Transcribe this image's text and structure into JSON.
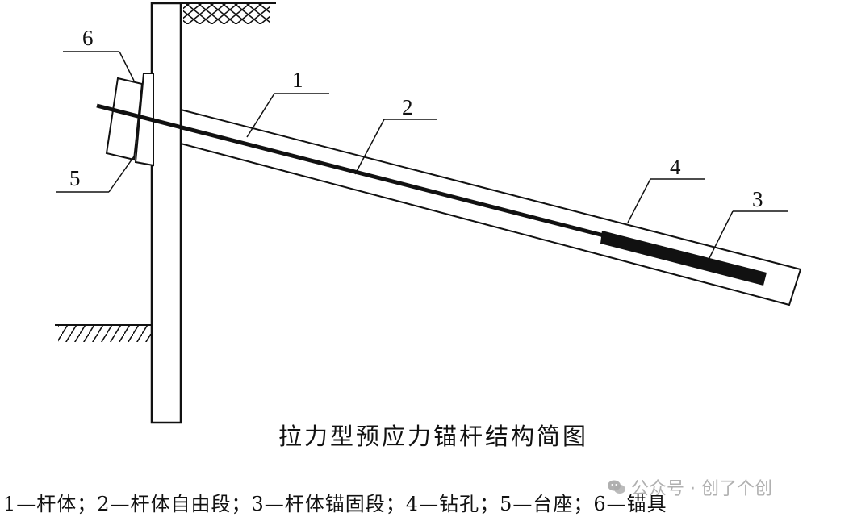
{
  "title": "拉力型预应力锚杆结构简图",
  "legend": "1—杆体；2—杆体自由段；3—杆体锚固段；4—钻孔；5—台座；6—锚具",
  "watermark": "公众号 · 创了个创",
  "labels": {
    "l1": "1",
    "l2": "2",
    "l3": "3",
    "l4": "4",
    "l5": "5",
    "l6": "6"
  },
  "colors": {
    "line": "#111111",
    "tendon": "#111111",
    "background": "#ffffff",
    "watermark": "#969696"
  },
  "icons": {
    "watermark": "wechat-icon"
  }
}
